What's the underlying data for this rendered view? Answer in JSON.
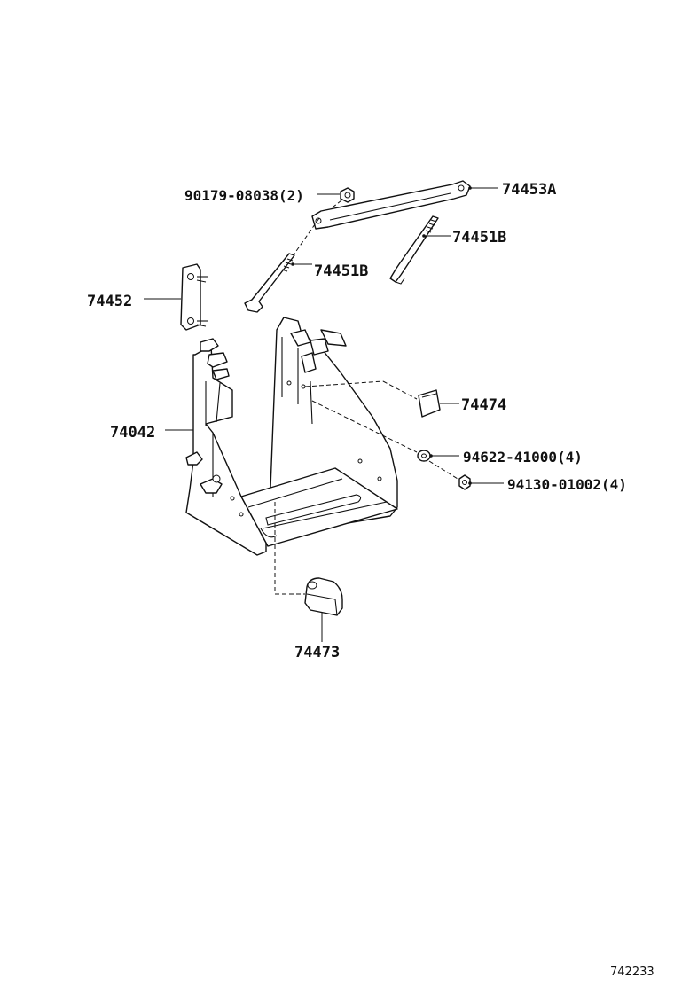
{
  "labels": {
    "nut_90179": "90179-08038(2)",
    "clamp_74453a": "74453A",
    "bolt_74451b_right": "74451B",
    "bolt_74451b_left": "74451B",
    "bracket_74452": "74452",
    "tray_74042": "74042",
    "pad_74474": "74474",
    "washer_94622": "94622-41000(4)",
    "nut_94130": "94130-01002(4)",
    "stopper_74473": "74473",
    "illustration_number": "742233"
  },
  "colors": {
    "line": "#111111",
    "background": "#ffffff"
  }
}
